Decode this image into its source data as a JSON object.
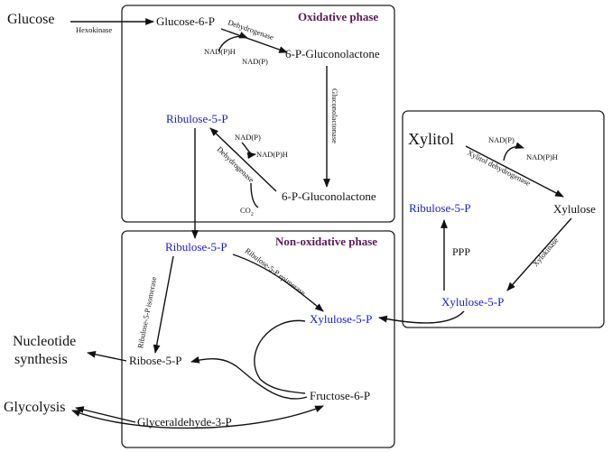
{
  "phases": {
    "oxidative": "Oxidative phase",
    "non_oxidative": "Non-oxidative phase"
  },
  "metabolites": {
    "glucose": "Glucose",
    "glucose_6p": "Glucose-6-P",
    "gluconolactone_6p_a": "6-P-Gluconolactone",
    "gluconolactone_6p_b": "6-P-Gluconolactone",
    "ribulose_5p_ox": "Ribulose-5-P",
    "ribulose_5p_nonox": "Ribulose-5-P",
    "ribulose_5p_xyl": "Ribulose-5-P",
    "xylulose_5p_nonox": "Xylulose-5-P",
    "xylulose_5p_xyl": "Xylulose-5-P",
    "ribose_5p": "Ribose-5-P",
    "fructose_6p": "Fructose-6-P",
    "glyceraldehyde_3p": "Glyceraldehyde-3-P",
    "xylitol": "Xylitol",
    "xylulose": "Xylulose",
    "nucleotide_1": "Nucleotide",
    "nucleotide_2": "synthesis",
    "glycolysis": "Glycolysis"
  },
  "enzymes": {
    "hexokinase": "Hexokinase",
    "dehydrogenase_1": "Dehydrogenase",
    "gluconolactonase": "Gluconolactonase",
    "dehydrogenase_2": "Dehydrogenase",
    "ribulose_epimerase": "Ribulose-5-P epimerase",
    "ribulose_isomerase": "Ribulose-5-P isomerase",
    "xylitol_dehydrogenase": "Xylitol dehydrogenase",
    "xylokinase": "Xylokinase"
  },
  "cofactors": {
    "nadph_1": "NAD(P)H",
    "nadp_1": "NAD(P)",
    "nadp_2": "NAD(P)",
    "nadph_2": "NAD(P)H",
    "co2": "CO",
    "co2_sub": "2",
    "nadp_3": "NAD(P)",
    "nadph_3": "NAD(P)H"
  },
  "labels": {
    "ppp": "PPP"
  },
  "colors": {
    "metabolite_highlight": "#1a1ad6",
    "phase_title": "#5a1a5a",
    "text": "#111111"
  }
}
